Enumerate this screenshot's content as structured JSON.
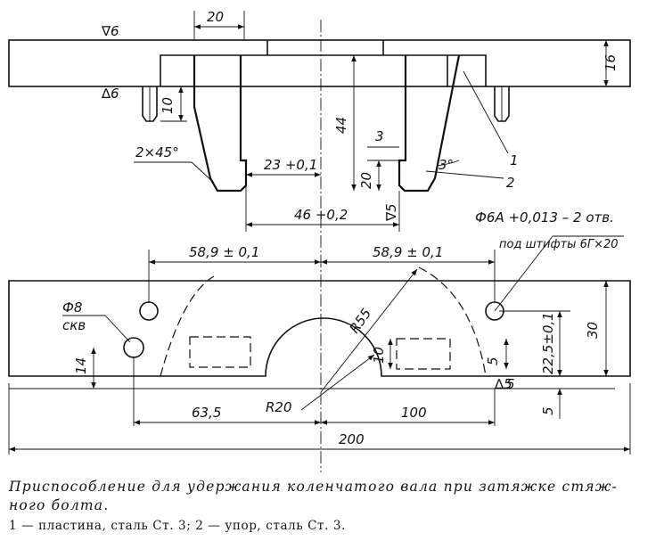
{
  "diagram": {
    "top_view": {
      "surface_marks": [
        "∇6",
        "∆6",
        "∇5",
        "∆5"
      ],
      "dimensions": [
        "20",
        "16",
        "10",
        "44",
        "3",
        "3°",
        "20",
        "2×45°",
        "23 +0,1",
        "46 +0,2"
      ],
      "part_labels": [
        "1",
        "2"
      ]
    },
    "front_view": {
      "dimensions": [
        "58,9 ± 0,1",
        "58,9 ± 0,1",
        "R55",
        "R20",
        "63,5",
        "100",
        "200",
        "14",
        "10",
        "5",
        "22,5±0,1",
        "30",
        "5",
        "5"
      ],
      "hole_note_top": "Ф6А +0,013 – 2 отв.",
      "hole_note_bottom": "под штифты 6Г×20",
      "hole_note_left_1": "Ф8",
      "hole_note_left_2": "скв"
    }
  },
  "caption": {
    "title_line1": "Приспособление для удержания коленчатого вала при затяжке стяж-",
    "title_line2": "ного болта.",
    "legend": "1 — пластина, сталь Ст. 3; 2 — упор, сталь Ст. 3."
  }
}
